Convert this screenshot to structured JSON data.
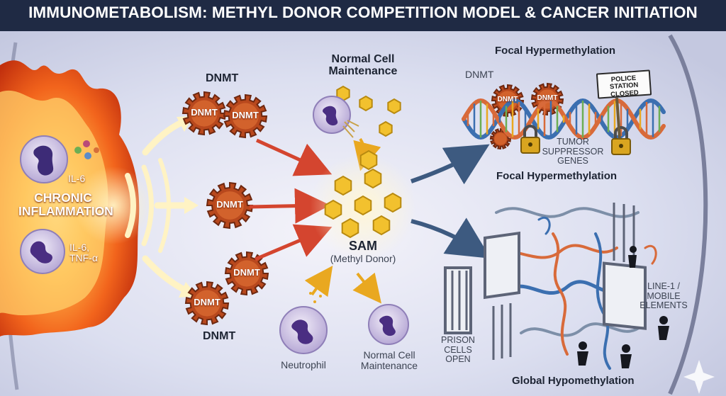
{
  "title": "IMMUNOMETABOLISM: METHYL DONOR COMPETITION MODEL & CANCER INITIATION",
  "colors": {
    "header": "#1f2a44",
    "cell_bg": "#dfe1ef",
    "flame": "#f15a1c",
    "enzyme": "#b8481d",
    "sam": "#f2c12e",
    "arrow_red": "#d4452f",
    "arrow_blue": "#3d5a80",
    "arrow_gold": "#e9a820"
  },
  "inflammation": {
    "label_line1": "CHRONIC",
    "label_line2": "INFLAMMATION",
    "cytokine_top": "IL-6",
    "cytokine_bottom_line1": "IL-6,",
    "cytokine_bottom_line2": "TNF-α"
  },
  "dnmt": {
    "top_label": "DNMT",
    "bottom_label": "DNMT",
    "enzyme_text": "DNMT",
    "top_right_label": "DNMT"
  },
  "sam": {
    "label": "SAM",
    "sublabel": "(Methyl Donor)"
  },
  "normal_top": {
    "line1": "Normal Cell",
    "line2": "Maintenance"
  },
  "normal_bottom": {
    "line1": "Normal Cell",
    "line2": "Maintenance"
  },
  "neutrophil": "Neutrophil",
  "focal": {
    "title_top": "Focal Hypermethylation",
    "title_bottom": "Focal Hypermethylation",
    "genes_line1": "TUMOR",
    "genes_line2": "SUPPRESSOR",
    "genes_line3": "GENES",
    "sign_line1": "POLICE STATION",
    "sign_line2": "CLOSED"
  },
  "global": {
    "title": "Global Hypomethylation",
    "prison_line1": "PRISON",
    "prison_line2": "CELLS",
    "prison_line3": "OPEN",
    "line1_line1": "LINE-1 /",
    "line1_line2": "MOBILE",
    "line1_line3": "ELEMENTS"
  }
}
